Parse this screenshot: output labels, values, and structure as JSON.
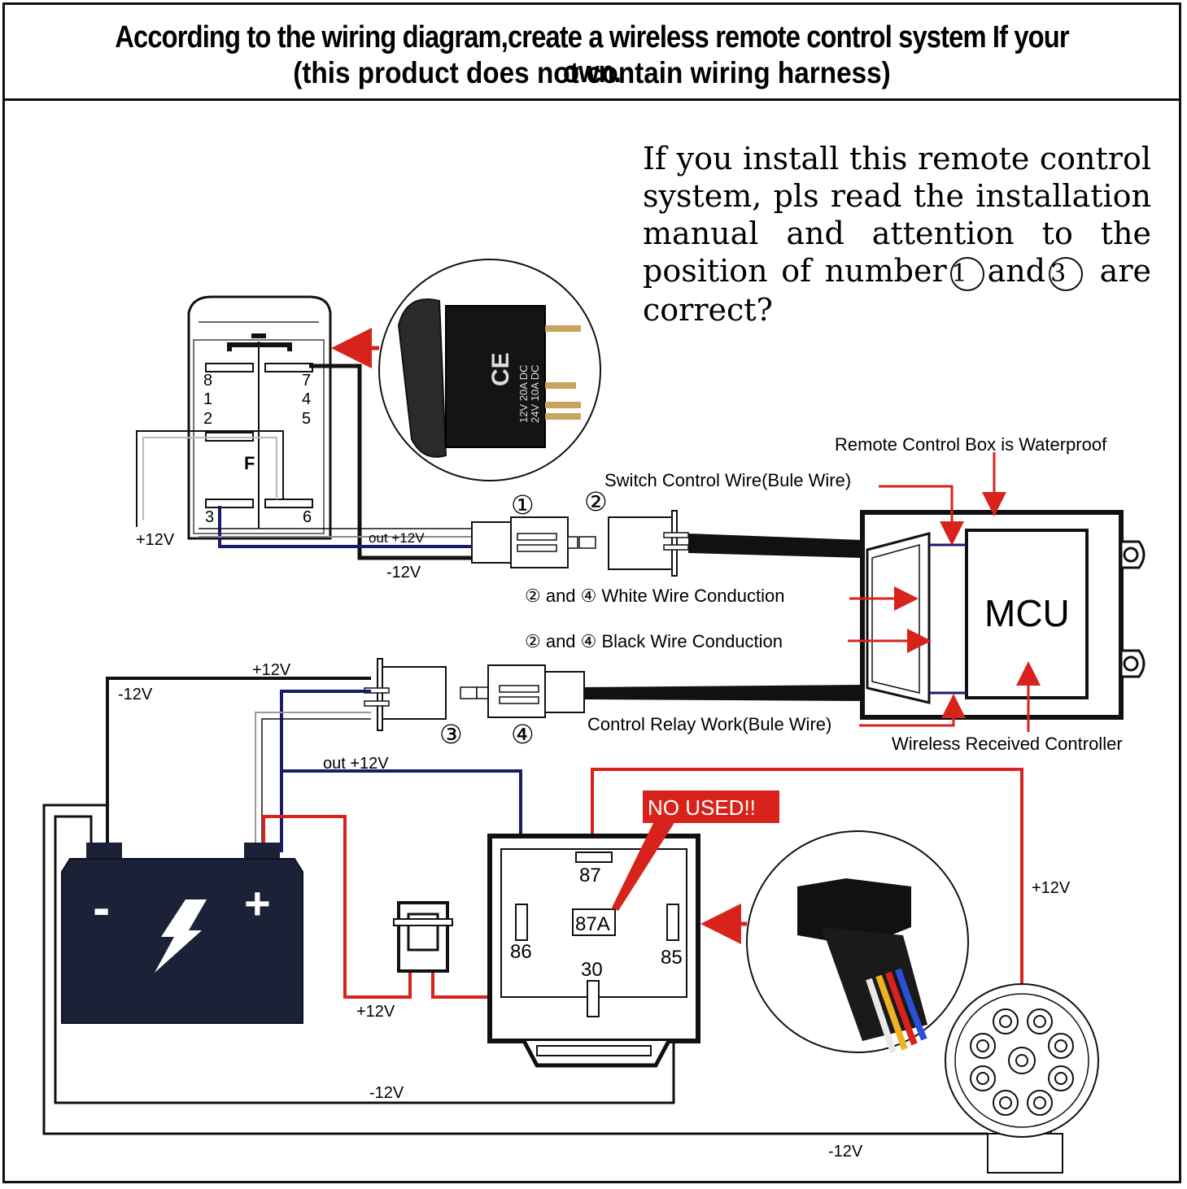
{
  "header": {
    "line1": "According to the wiring diagram,create a wireless remote control system If your own.",
    "line2": "(this product does not contain  wiring harness)"
  },
  "note": {
    "text_before": "If you install this remote control system, pls read the installation manual and attention to the position of number",
    "num1": "1",
    "mid": "and",
    "num3": "3",
    "text_after": " are correct?"
  },
  "labels": {
    "remote_box": "Remote Control Box is Waterproof",
    "switch_wire": "Switch Control Wire(Bule Wire)",
    "white_wire": "② and ④ White Wire  Conduction",
    "black_wire": "② and ④ Black Wire  Conduction",
    "relay_wire": "Control Relay Work(Bule Wire)",
    "wireless_ctrl": "Wireless Received Controller",
    "mcu": "MCU",
    "no_used": "NO USED!!"
  },
  "connectors": {
    "c1": "①",
    "c2": "②",
    "c3": "③",
    "c4": "④"
  },
  "switch_pins": {
    "p8": "8",
    "p1": "1",
    "p2": "2",
    "p7": "7",
    "p4": "4",
    "p5": "5",
    "p3": "3",
    "p6": "6",
    "f": "F"
  },
  "switch_photo": {
    "ce": "CE",
    "rating1": "12V  20A  DC",
    "rating2": "24V  10A  DC"
  },
  "relay_pins": {
    "p87": "87",
    "p87a": "87A",
    "p86": "86",
    "p85": "85",
    "p30": "30"
  },
  "voltages": {
    "sw_plus": "+12V",
    "sw_out": "out +12V",
    "sw_minus": "-12V",
    "top_plus": "+12V",
    "left_minus": "-12V",
    "relay_out": "out +12V",
    "fuse_plus": "+12V",
    "lamp_plus": "+12V",
    "bottom_minus1": "-12V",
    "bottom_minus2": "-12V"
  },
  "battery": {
    "minus": "-",
    "plus": "+"
  },
  "colors": {
    "red": "#d8231c",
    "blue": "#1a1a6e",
    "black": "#111111",
    "battery": "#1b2238"
  }
}
